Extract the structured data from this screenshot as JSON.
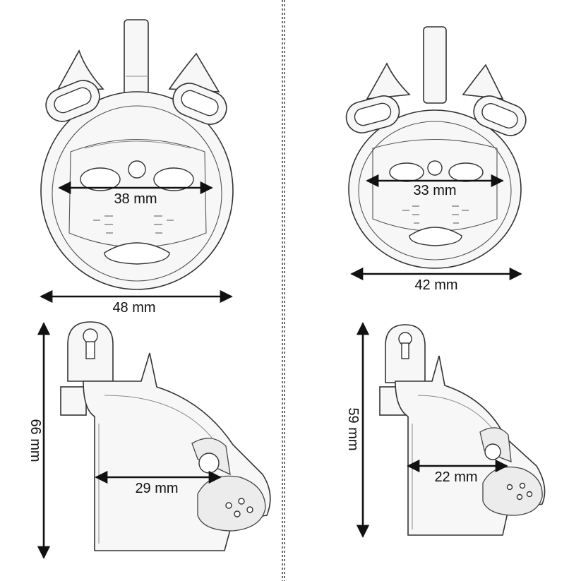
{
  "dimensions": {
    "large_front_inner_width": "38 mm",
    "large_front_outer_width": "48 mm",
    "large_side_height": "66 mm",
    "large_side_depth": "29 mm",
    "small_front_inner_width": "33 mm",
    "small_front_outer_width": "42 mm",
    "small_side_height": "59 mm",
    "small_side_depth": "22 mm"
  },
  "colors": {
    "line": "#333333",
    "fill": "#f7f7f7",
    "arrow": "#111111",
    "divider": "#555555"
  }
}
